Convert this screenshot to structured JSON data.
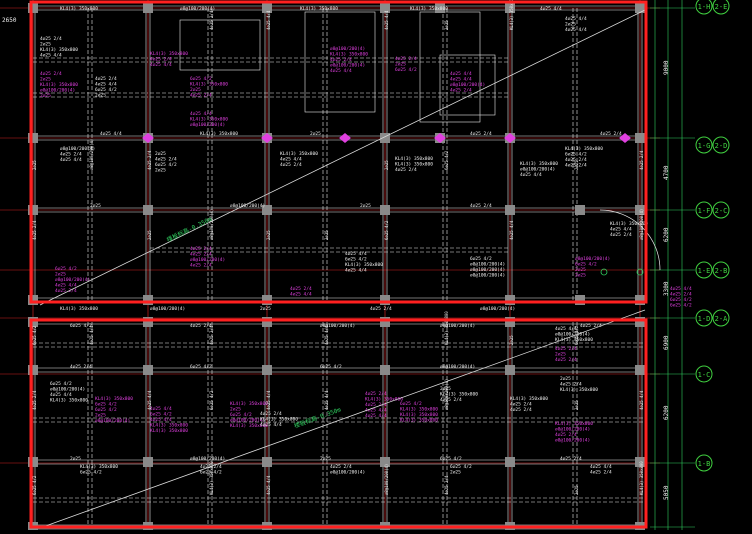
{
  "colors": {
    "background": "#000000",
    "beam": "#e8e8e8",
    "beam_dash": "#cfcfcf",
    "column": "#8a8a8a",
    "axis": "#d02020",
    "label_white": "#f0f0f0",
    "label_magenta": "#e040e0",
    "label_green": "#30d060",
    "selection": "#ff2020",
    "bubble": "#40d040",
    "diagonal": "#dcdcdc"
  },
  "grid_axes": [
    "1-H",
    "1-G",
    "1-F",
    "1-E",
    "1-D",
    "1-C",
    "1-B"
  ],
  "grid_axes_secondary": [
    "2-E",
    "2-D",
    "2-C",
    "2-B",
    "2-A"
  ],
  "dimensions": [
    "9000",
    "4700",
    "6200",
    "3300",
    "6900",
    "6200",
    "5050"
  ],
  "top_left_dimension": "2650",
  "diagonal_labels": [
    "楼板标高-0.350m",
    "楼板标高-0.350m"
  ],
  "beam_labels_sample": [
    "KL4(3) 350x800",
    "4⌀25 4/4",
    "4⌀25 2/4",
    "2⌀25",
    "6⌀25 4/2",
    "⌀8@100/200(4)"
  ]
}
